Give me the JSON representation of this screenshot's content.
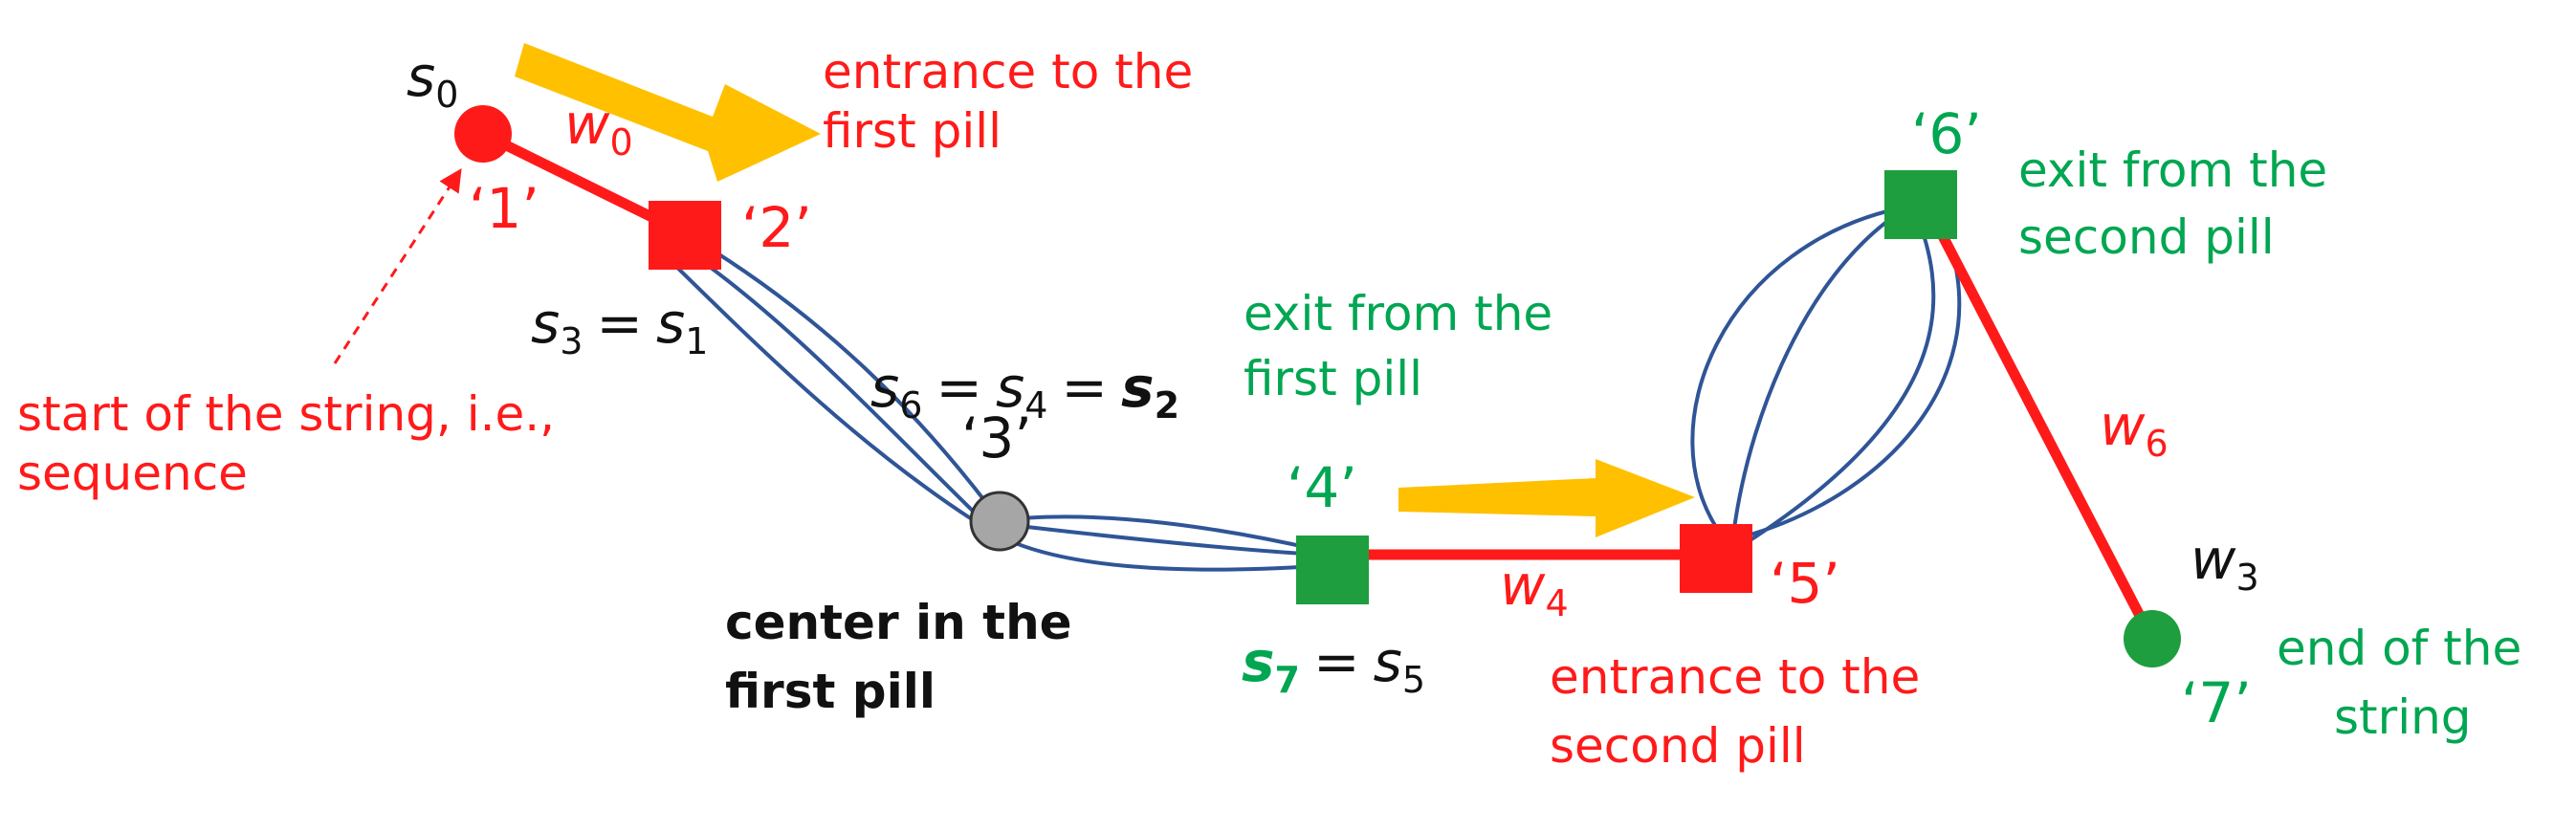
{
  "colors": {
    "red": "#ff1a1a",
    "green": "#00a651",
    "green_fill": "#1e9e3e",
    "blue": "#2f5597",
    "gold": "#ffc000",
    "gray": "#a6a6a6"
  },
  "nodes": {
    "n1": "‘1’",
    "n2": "‘2’",
    "n3": "‘3’",
    "n4": "‘4’",
    "n5": "‘5’",
    "n6": "‘6’",
    "n7": "‘7’"
  },
  "symbols": {
    "s0": {
      "base": "s",
      "sub": "0"
    },
    "w0": {
      "base": "w",
      "sub": "0"
    },
    "s3": {
      "base": "s",
      "sub": "3"
    },
    "s1": {
      "base": "s",
      "sub": "1"
    },
    "s6": {
      "base": "s",
      "sub": "6"
    },
    "s4": {
      "base": "s",
      "sub": "4"
    },
    "s2": {
      "base": "s",
      "sub": "2"
    },
    "s7": {
      "base": "s",
      "sub": "7"
    },
    "s5": {
      "base": "s",
      "sub": "5"
    },
    "w4": {
      "base": "w",
      "sub": "4"
    },
    "w6": {
      "base": "w",
      "sub": "6"
    },
    "w3": {
      "base": "w",
      "sub": "3"
    },
    "eq": "="
  },
  "annotations": {
    "entrance_first": [
      "entrance to the",
      "first pill"
    ],
    "start_string": [
      "start of the string, i.e.,",
      "sequence"
    ],
    "center_first": [
      "center in the",
      "first pill"
    ],
    "exit_first": [
      "exit from the",
      "first pill"
    ],
    "entrance_second": [
      "entrance to the",
      "second pill"
    ],
    "exit_second": [
      "exit from the",
      "second pill"
    ],
    "end_string": [
      "end of the",
      "string"
    ]
  }
}
